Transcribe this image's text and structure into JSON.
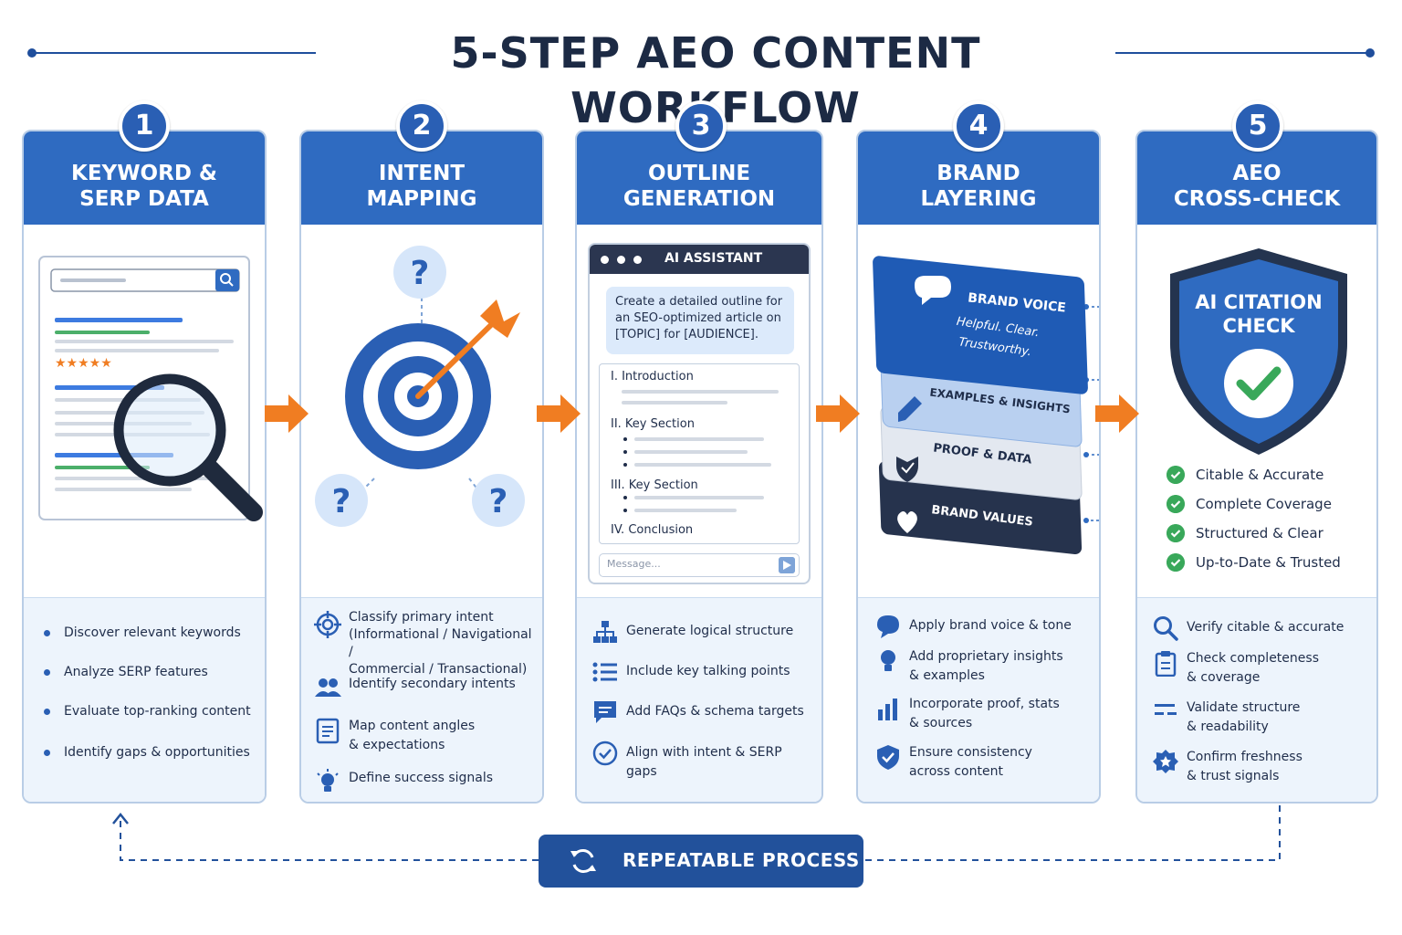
{
  "title": "5-STEP AEO CONTENT WORKFLOW",
  "steps": [
    {
      "number": "1",
      "title": "KEYWORD &\nSERP DATA",
      "items": [
        "Discover relevant keywords",
        "Analyze SERP features",
        "Evaluate top-ranking content",
        "Identify gaps & opportunities"
      ]
    },
    {
      "number": "2",
      "title": "INTENT\nMAPPING",
      "items": [
        {
          "icon": "target-icon",
          "text": "Classify primary intent\n(Informational / Navigational /\nCommercial / Transactional)"
        },
        {
          "icon": "users-icon",
          "text": "Identify secondary intents"
        },
        {
          "icon": "document-icon",
          "text": "Map content angles\n& expectations"
        },
        {
          "icon": "lightbulb-icon",
          "text": "Define success signals"
        }
      ]
    },
    {
      "number": "3",
      "title": "OUTLINE\nGENERATION",
      "assistant": {
        "header": "AI ASSISTANT",
        "prompt": "Create a detailed outline for an SEO-optimized article on [TOPIC] for [AUDIENCE].",
        "outline": [
          "I. Introduction",
          "II. Key Section",
          "III. Key Section",
          "IV. Conclusion"
        ],
        "message_placeholder": "Message..."
      },
      "items": [
        {
          "icon": "sitemap-icon",
          "text": "Generate logical structure"
        },
        {
          "icon": "list-icon",
          "text": "Include key talking points"
        },
        {
          "icon": "chat-icon",
          "text": "Add FAQs & schema targets"
        },
        {
          "icon": "check-circle-icon",
          "text": "Align with intent & SERP gaps"
        }
      ]
    },
    {
      "number": "4",
      "title": "BRAND\nLAYERING",
      "layers": {
        "voice_title": "BRAND VOICE",
        "voice_sub": "Helpful. Clear.\nTrustworthy.",
        "examples": "EXAMPLES & INSIGHTS",
        "proof": "PROOF & DATA",
        "values": "BRAND VALUES"
      },
      "items": [
        {
          "icon": "speech-bubble-icon",
          "text": "Apply brand voice & tone"
        },
        {
          "icon": "lightbulb-icon",
          "text": "Add proprietary insights\n& examples"
        },
        {
          "icon": "bar-chart-icon",
          "text": "Incorporate proof, stats\n& sources"
        },
        {
          "icon": "shield-check-icon",
          "text": "Ensure consistency\nacross content"
        }
      ]
    },
    {
      "number": "5",
      "title": "AEO\nCROSS-CHECK",
      "shield_label": "AI CITATION\nCHECK",
      "checks": [
        "Citable & Accurate",
        "Complete Coverage",
        "Structured & Clear",
        "Up-to-Date & Trusted"
      ],
      "items": [
        {
          "icon": "search-icon",
          "text": "Verify citable & accurate"
        },
        {
          "icon": "clipboard-icon",
          "text": "Check completeness\n& coverage"
        },
        {
          "icon": "structure-icon",
          "text": "Validate structure\n& readability"
        },
        {
          "icon": "badge-star-icon",
          "text": "Confirm freshness\n& trust signals"
        }
      ]
    }
  ],
  "footer": {
    "label": "REPEATABLE PROCESS"
  },
  "colors": {
    "primary": "#2f6bc1",
    "dark": "#22519b",
    "accent": "#f07d22",
    "success": "#39a85a",
    "panel": "#edf4fc"
  }
}
